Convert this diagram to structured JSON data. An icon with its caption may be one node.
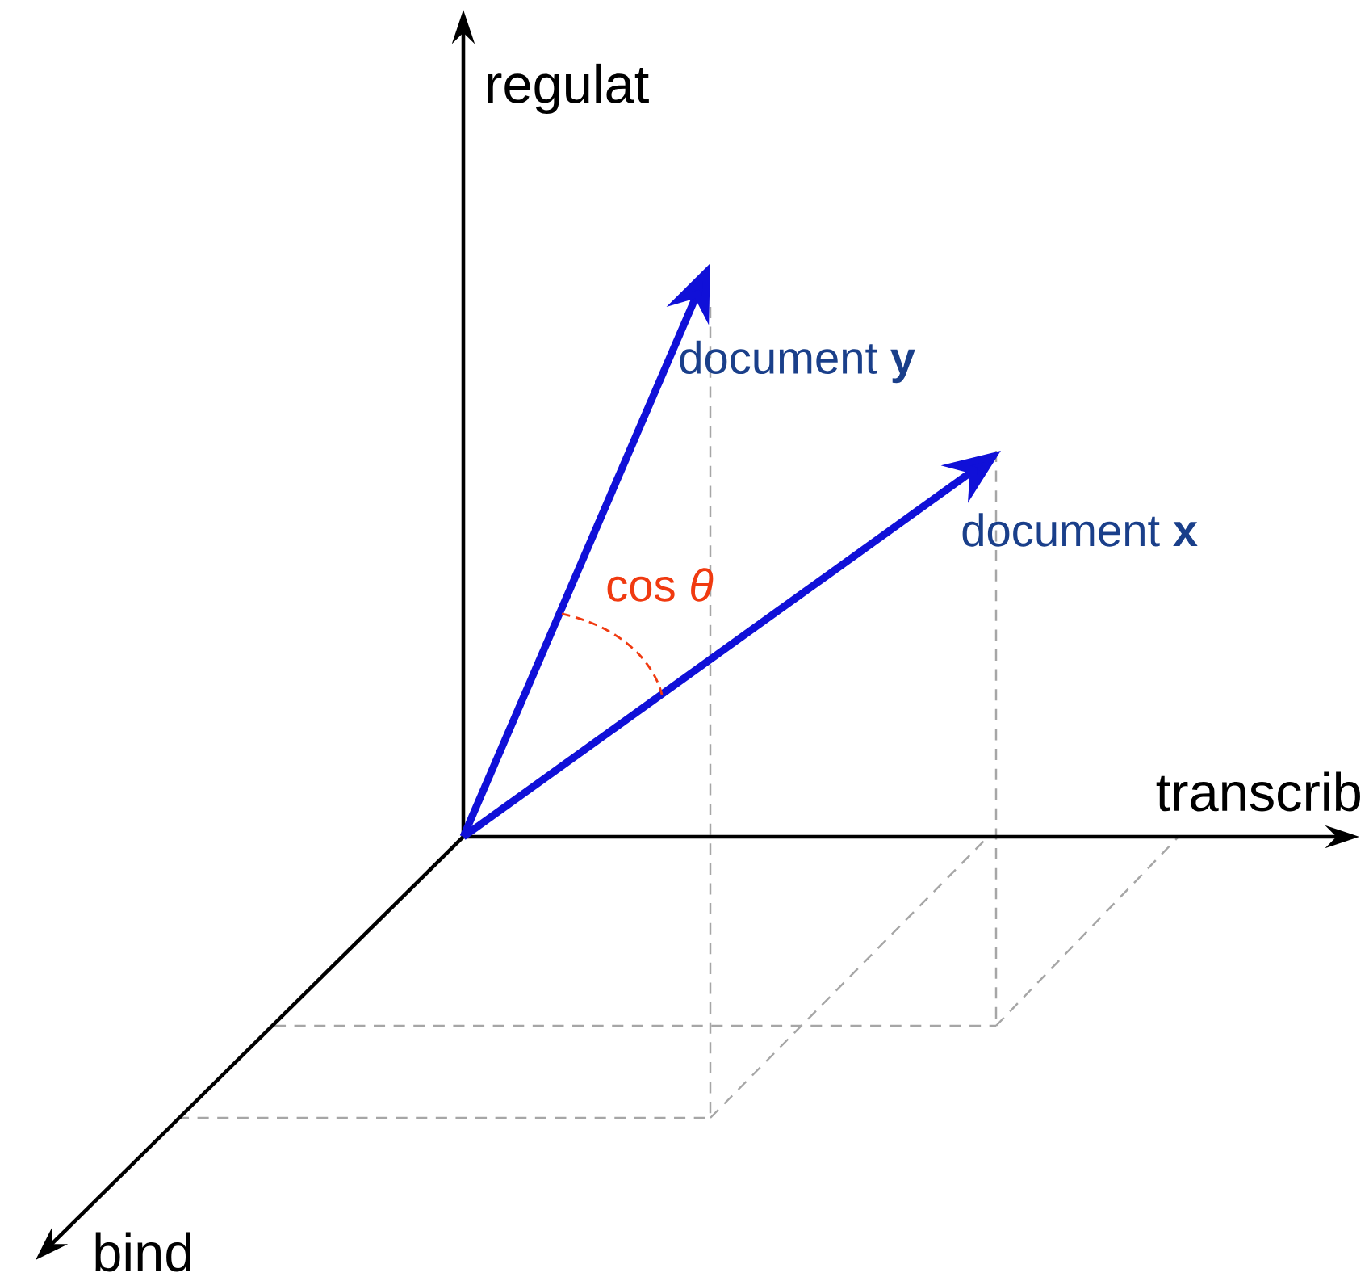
{
  "diagram": {
    "labels": [
      "regulat",
      "document **y**",
      "document **x**",
      "cos *θ*",
      "transcrib",
      "bind"
    ]
  }
}
